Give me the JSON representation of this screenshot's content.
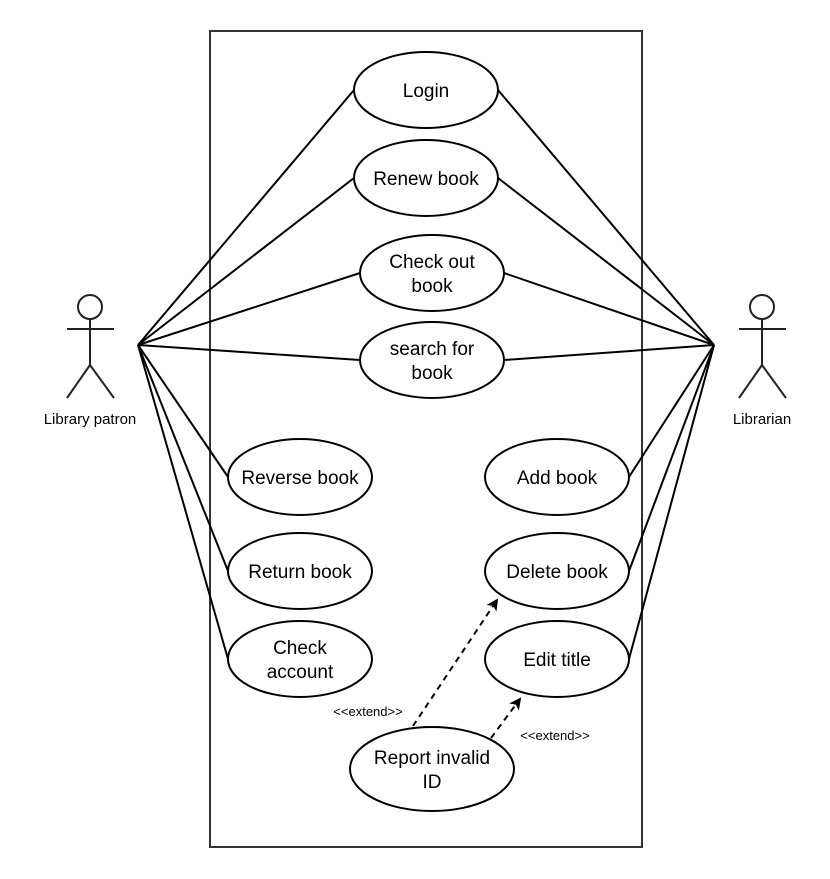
{
  "diagram": {
    "type": "use-case",
    "colors": {
      "stroke": "#000000",
      "boundary": "#333333",
      "background": "#ffffff",
      "text": "#000000"
    },
    "actors": [
      {
        "id": "patron",
        "label": "Library patron"
      },
      {
        "id": "librarian",
        "label": "Librarian"
      }
    ],
    "use_cases": [
      {
        "id": "login",
        "lines": [
          "Login"
        ]
      },
      {
        "id": "renew",
        "lines": [
          "Renew book"
        ]
      },
      {
        "id": "checkout",
        "lines": [
          "Check out",
          "book"
        ]
      },
      {
        "id": "search",
        "lines": [
          "search for",
          "book"
        ]
      },
      {
        "id": "reverse",
        "lines": [
          "Reverse book"
        ]
      },
      {
        "id": "return",
        "lines": [
          "Return book"
        ]
      },
      {
        "id": "account",
        "lines": [
          "Check",
          "account"
        ]
      },
      {
        "id": "add",
        "lines": [
          "Add book"
        ]
      },
      {
        "id": "delete",
        "lines": [
          "Delete book"
        ]
      },
      {
        "id": "edit",
        "lines": [
          "Edit title"
        ]
      },
      {
        "id": "report",
        "lines": [
          "Report invalid",
          "ID"
        ]
      }
    ],
    "associations": [
      {
        "actor": "patron",
        "use_case": "login"
      },
      {
        "actor": "patron",
        "use_case": "renew"
      },
      {
        "actor": "patron",
        "use_case": "checkout"
      },
      {
        "actor": "patron",
        "use_case": "search"
      },
      {
        "actor": "patron",
        "use_case": "reverse"
      },
      {
        "actor": "patron",
        "use_case": "return"
      },
      {
        "actor": "patron",
        "use_case": "account"
      },
      {
        "actor": "librarian",
        "use_case": "login"
      },
      {
        "actor": "librarian",
        "use_case": "renew"
      },
      {
        "actor": "librarian",
        "use_case": "checkout"
      },
      {
        "actor": "librarian",
        "use_case": "search"
      },
      {
        "actor": "librarian",
        "use_case": "add"
      },
      {
        "actor": "librarian",
        "use_case": "delete"
      },
      {
        "actor": "librarian",
        "use_case": "edit"
      }
    ],
    "extends": [
      {
        "from": "report",
        "to": "delete",
        "label": "<<extend>>"
      },
      {
        "from": "report",
        "to": "edit",
        "label": "<<extend>>"
      }
    ]
  }
}
